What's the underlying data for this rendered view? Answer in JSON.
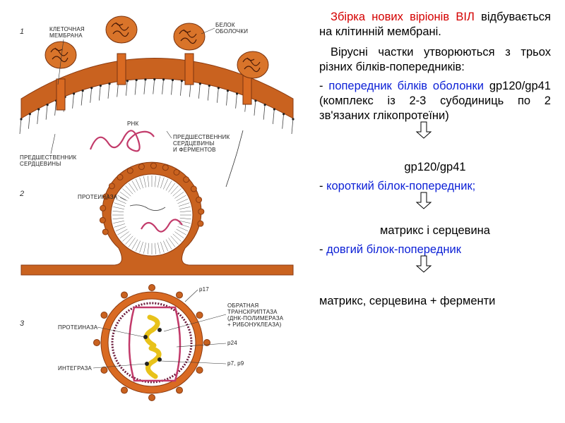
{
  "diagram": {
    "stage_numbers": [
      "1",
      "2",
      "3"
    ],
    "labels": {
      "cell_membrane": [
        "КЛЕТОЧНАЯ",
        "МЕМБРАНА"
      ],
      "envelope_proteins": [
        "БЕЛОК",
        "ОБОЛОЧКИ"
      ],
      "rna": "РНК",
      "core_precursor": [
        "ПРЕДШЕСТВЕННИК",
        "СЕРДЦЕВИНЫ"
      ],
      "core_enzyme_precursor": [
        "ПРЕДШЕСТВЕННИК",
        "СЕРДЦЕВИНЫ",
        "И ФЕРМЕНТОВ"
      ],
      "proteinase_2": "ПРОТЕИНАЗА",
      "p17": "p17",
      "reverse_transcriptase": [
        "ОБРАТНАЯ",
        "ТРАНСКРИПТАЗА",
        "(ДНК-ПОЛИМЕРАЗА",
        "+ РИБОНУКЛЕАЗА)"
      ],
      "proteinase_3": "ПРОТЕИНАЗА",
      "p24": "p24",
      "integrase": "ИНТЕГРАЗА",
      "p7p9": "p7, p9"
    },
    "colors": {
      "membrane": "#c9621f",
      "membrane_dark": "#8a3a10",
      "rna": "#c23a6a",
      "core_yellow": "#e8c21a",
      "dark": "#222222"
    }
  },
  "text": {
    "title_red": "Збірка нових віріонів ВІЛ",
    "title_rest": "відбувається на клітинній мембрані.",
    "para2": "Вірусні частки утворюються з трьох різних білків-попередників:",
    "item1_dash": "-",
    "item1_blue": "попередник білків оболонки",
    "item1_rest": "gp120/gp41 (комплекс із 2-3 субодиниць по 2 зв'язаних глікопротеїни)",
    "result1": "gp120/gp41",
    "item2_dash": "-",
    "item2_blue": "короткий білок-попередник;",
    "result2": "матрикс і серцевина",
    "item3_dash": "-",
    "item3_blue": "довгий білок-попередник",
    "result3": "матрикс, серцевина + ферменти"
  }
}
